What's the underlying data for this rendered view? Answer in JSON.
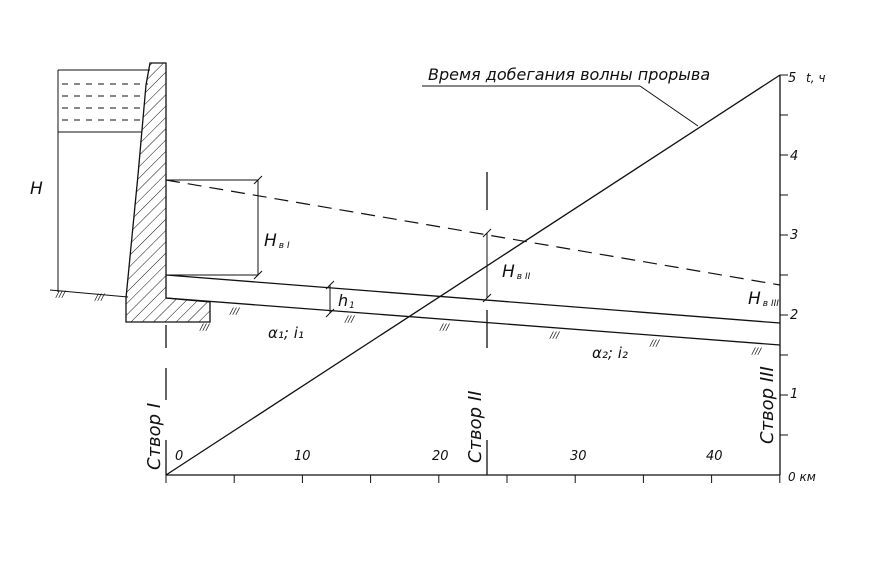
{
  "title": "Время добегания волны прорыва",
  "x_axis": {
    "unit_label": "0 км",
    "ticks": [
      "0",
      "10",
      "20",
      "30",
      "40"
    ]
  },
  "t_axis": {
    "unit_label": "t, ч",
    "ticks": [
      "1",
      "2",
      "3",
      "4",
      "5"
    ]
  },
  "labels": {
    "H": "H",
    "Hv1": "H",
    "Hv1_sub": "в I",
    "Hv2": "H",
    "Hv2_sub": "в II",
    "Hv3": "H",
    "Hv3_sub": "в III",
    "h1": "h",
    "h1_sub": "1",
    "slope1": "α₁; i₁",
    "slope2": "α₂; i₂"
  },
  "sections": [
    "Створ I",
    "Створ II",
    "Створ III"
  ]
}
